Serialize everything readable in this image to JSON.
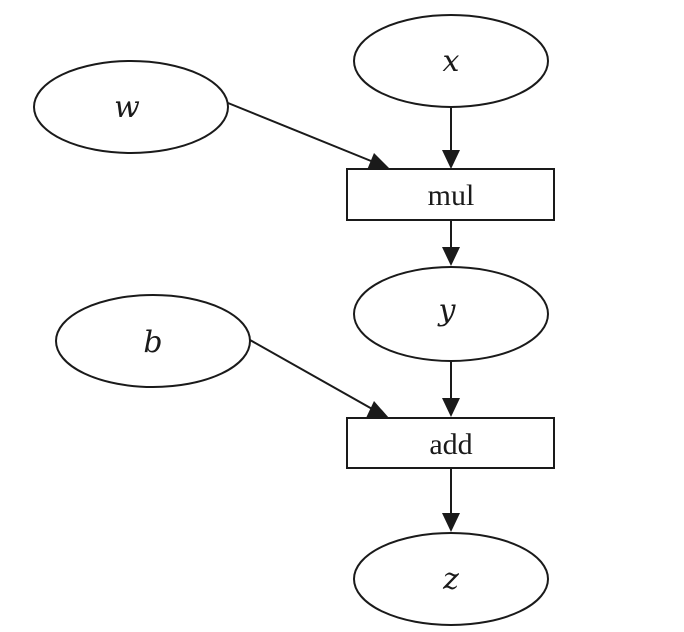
{
  "nodes": {
    "w": {
      "label": "w"
    },
    "x": {
      "label": "x"
    },
    "mul": {
      "label": "mul"
    },
    "y": {
      "label": "y"
    },
    "b": {
      "label": "b"
    },
    "add": {
      "label": "add"
    },
    "z": {
      "label": "z"
    }
  },
  "colors": {
    "stroke": "#1a1a1a",
    "background": "#ffffff"
  }
}
